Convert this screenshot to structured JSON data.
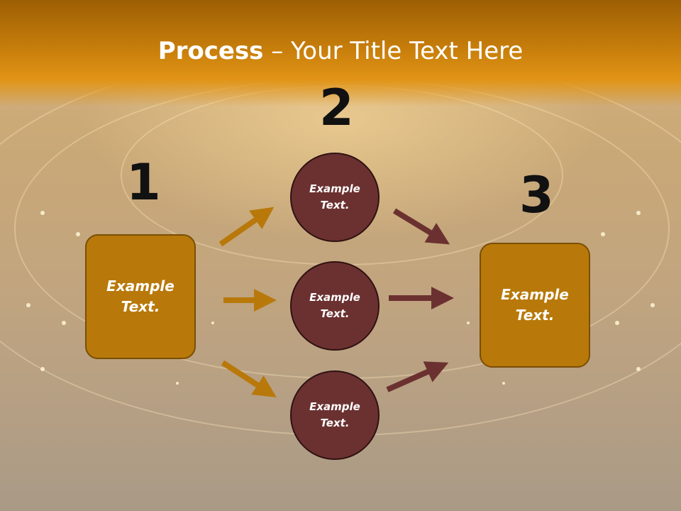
{
  "title": {
    "bold": "Process",
    "rest": " – Your Title Text Here"
  },
  "steps": [
    {
      "number": "1",
      "box_text": "Example Text."
    },
    {
      "number": "2",
      "circles": [
        "Example Text.",
        "Example Text.",
        "Example Text."
      ]
    },
    {
      "number": "3",
      "box_text": "Example Text."
    }
  ],
  "colors": {
    "title_bar": "#c67d0a",
    "box_fill": "#b8790a",
    "circle_fill": "#6b3130",
    "arrow_gold": "#b8790a",
    "arrow_maroon": "#6b3130"
  }
}
